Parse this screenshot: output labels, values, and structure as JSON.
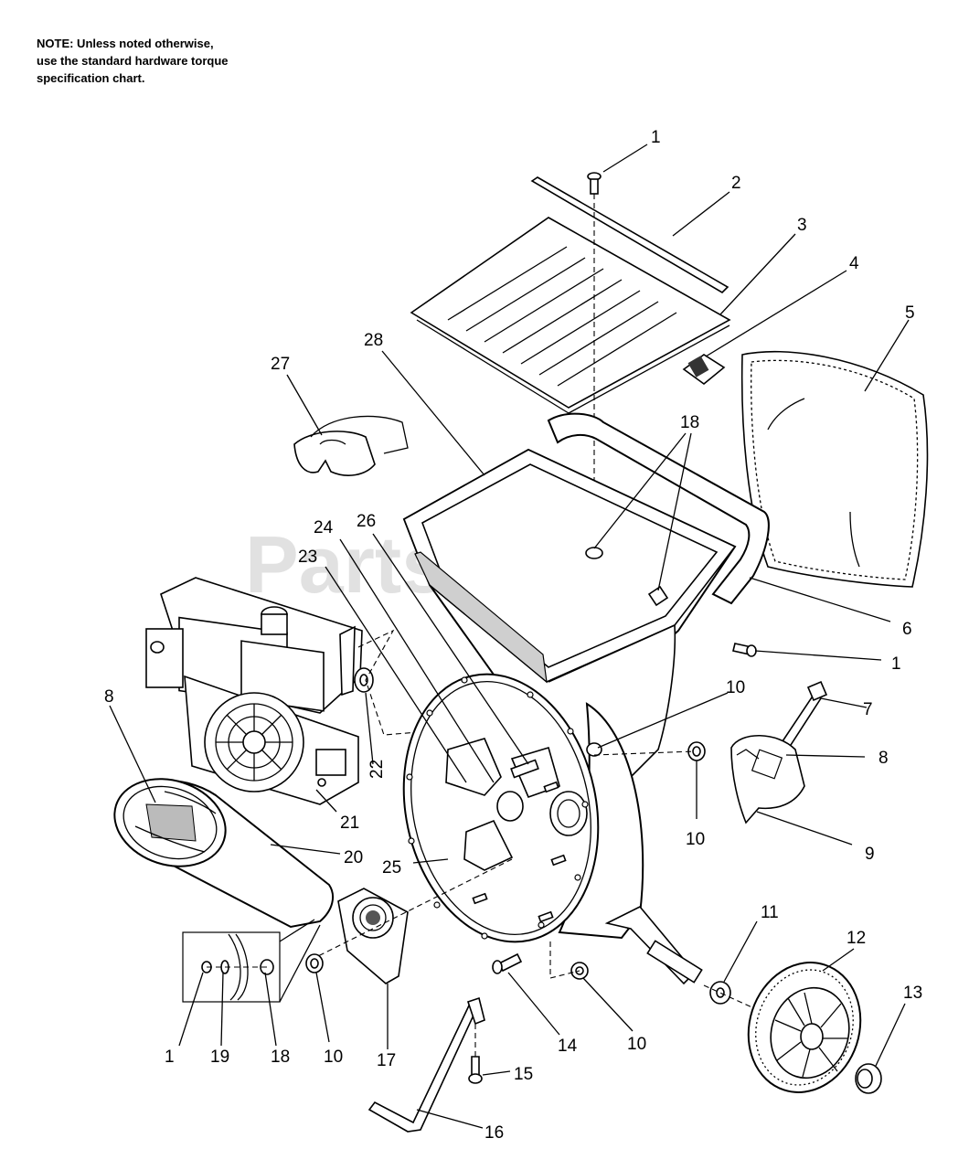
{
  "note": {
    "lines": [
      "NOTE: Unless noted otherwise,",
      "use the standard hardware torque",
      "specification chart."
    ]
  },
  "watermark": "PartsTree",
  "callouts": [
    {
      "id": "c-1-top",
      "label": "1"
    },
    {
      "id": "c-2",
      "label": "2"
    },
    {
      "id": "c-3",
      "label": "3"
    },
    {
      "id": "c-4",
      "label": "4"
    },
    {
      "id": "c-5",
      "label": "5"
    },
    {
      "id": "c-28",
      "label": "28"
    },
    {
      "id": "c-27",
      "label": "27"
    },
    {
      "id": "c-18-top",
      "label": "18"
    },
    {
      "id": "c-24",
      "label": "24"
    },
    {
      "id": "c-26",
      "label": "26"
    },
    {
      "id": "c-23",
      "label": "23"
    },
    {
      "id": "c-6",
      "label": "6"
    },
    {
      "id": "c-1-right",
      "label": "1"
    },
    {
      "id": "c-10-a",
      "label": "10"
    },
    {
      "id": "c-7",
      "label": "7"
    },
    {
      "id": "c-8-left",
      "label": "8"
    },
    {
      "id": "c-8-right",
      "label": "8"
    },
    {
      "id": "c-22",
      "label": "22"
    },
    {
      "id": "c-21",
      "label": "21"
    },
    {
      "id": "c-10-b",
      "label": "10"
    },
    {
      "id": "c-9",
      "label": "9"
    },
    {
      "id": "c-20",
      "label": "20"
    },
    {
      "id": "c-25",
      "label": "25"
    },
    {
      "id": "c-11",
      "label": "11"
    },
    {
      "id": "c-12",
      "label": "12"
    },
    {
      "id": "c-13",
      "label": "13"
    },
    {
      "id": "c-14",
      "label": "14"
    },
    {
      "id": "c-10-c",
      "label": "10"
    },
    {
      "id": "c-15",
      "label": "15"
    },
    {
      "id": "c-1-bottom",
      "label": "1"
    },
    {
      "id": "c-19",
      "label": "19"
    },
    {
      "id": "c-18-bottom",
      "label": "18"
    },
    {
      "id": "c-10-d",
      "label": "10"
    },
    {
      "id": "c-17",
      "label": "17"
    },
    {
      "id": "c-16",
      "label": "16"
    }
  ]
}
